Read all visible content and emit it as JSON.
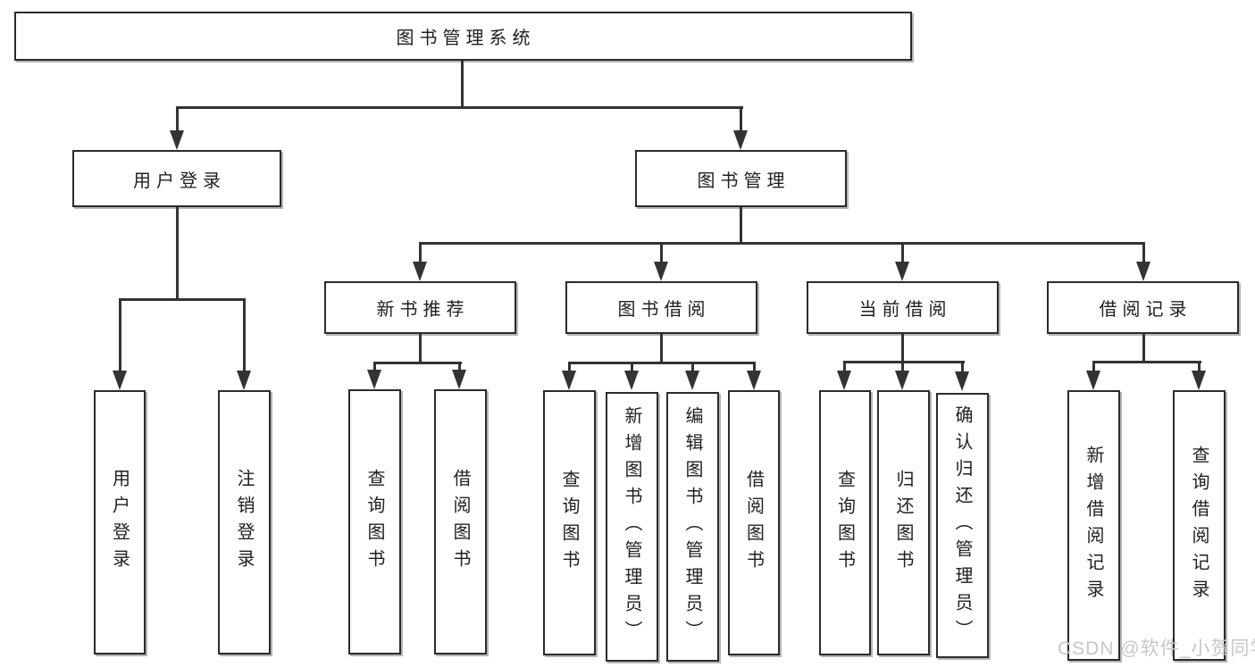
{
  "tree": {
    "label": "图书管理系统",
    "children": [
      {
        "label": "用户登录",
        "children": [
          {
            "label": "用户登录"
          },
          {
            "label": "注销登录"
          }
        ]
      },
      {
        "label": "图书管理",
        "children": [
          {
            "label": "新书推荐",
            "children": [
              {
                "label": "查询图书"
              },
              {
                "label": "借阅图书"
              }
            ]
          },
          {
            "label": "图书借阅",
            "children": [
              {
                "label": "查询图书"
              },
              {
                "label": "新增图书（管理员）"
              },
              {
                "label": "编辑图书（管理员）"
              },
              {
                "label": "借阅图书"
              }
            ]
          },
          {
            "label": "当前借阅",
            "children": [
              {
                "label": "查询图书"
              },
              {
                "label": "归还图书"
              },
              {
                "label": "确认归还（管理员）"
              }
            ]
          },
          {
            "label": "借阅记录",
            "children": [
              {
                "label": "新增借阅记录"
              },
              {
                "label": "查询借阅记录"
              }
            ]
          }
        ]
      }
    ]
  },
  "watermark": {
    "text": "CSDN @软件_小贺同学"
  },
  "colors": {
    "line": "#333333",
    "box_border": "#2b2b2b",
    "text": "#1f1f1f",
    "background": "#ffffff",
    "watermark": "#c7c7c7"
  }
}
